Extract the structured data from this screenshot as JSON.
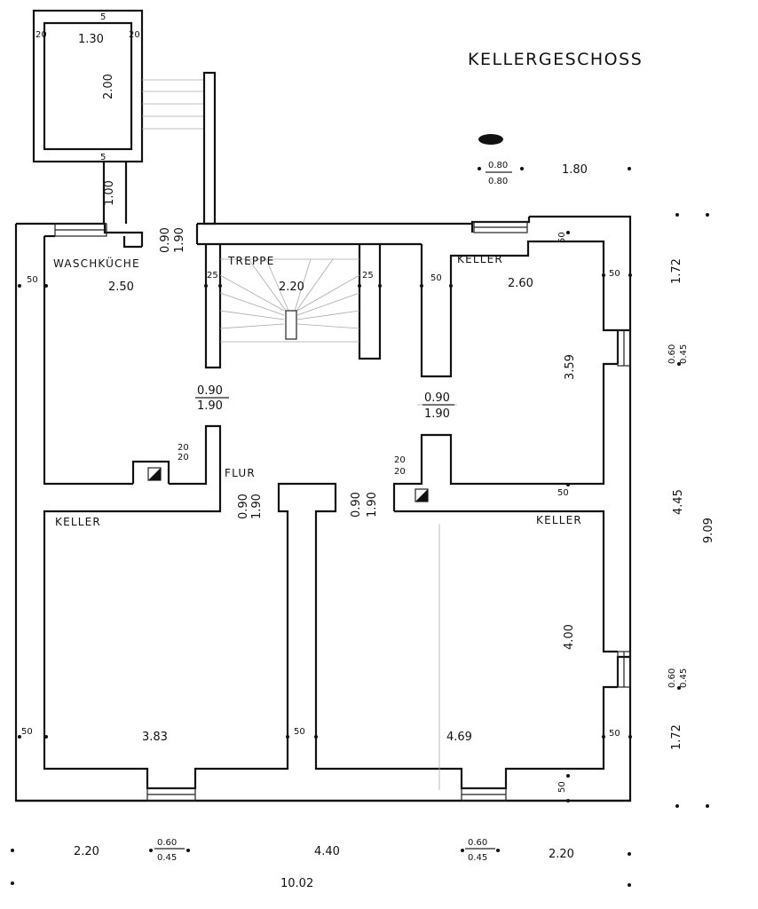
{
  "title": "KELLERGESCHOSS",
  "rooms": {
    "waschkueche": "WASCHKÜCHE",
    "treppe": "TREPPE",
    "keller_ne": "KELLER",
    "flur": "FLUR",
    "keller_sw": "KELLER",
    "keller_se": "KELLER"
  },
  "dims": {
    "lichtschacht_w": "1.30",
    "lichtschacht_h": "2.00",
    "lichtschacht_l": "20",
    "lichtschacht_r": "20",
    "lichtschacht_top": "5",
    "lichtschacht_gap": "5",
    "lichtschacht_lower": "1.00",
    "top_window_a": "0.80",
    "top_window_b": "0.80",
    "top_right": "1.80",
    "wk_door_a": "0.90",
    "wk_door_b": "1.90",
    "wk_width": "2.50",
    "wk_wall": "50",
    "treppe_width": "2.20",
    "treppe_l": "25",
    "treppe_r": "25",
    "ne_wall_top": "50",
    "ne_wall_left": "50",
    "ne_wall_right": "50",
    "ne_width": "2.60",
    "ne_depth": "3.59",
    "right_172_top": "1.72",
    "right_win1_a": "0.60",
    "right_win1_b": "0.45",
    "door1_a": "0.90",
    "door1_b": "1.90",
    "door2_a": "0.90",
    "door2_b": "1.90",
    "flur_door_a": "0.90",
    "flur_door_b": "1.90",
    "center_door_a": "0.90",
    "center_door_b": "1.90",
    "chim1_a": "20",
    "chim1_b": "20",
    "chim2_a": "20",
    "chim2_b": "20",
    "se_wall_top": "50",
    "right_445": "4.45",
    "right_909": "9.09",
    "se_depth": "4.00",
    "right_win2_a": "0.60",
    "right_win2_b": "0.45",
    "sw_wall_left": "50",
    "sw_wall_mid": "50",
    "sw_width": "3.83",
    "se_width": "4.69",
    "se_wall_right": "50",
    "se_wall_bottom": "50",
    "right_172_bottom": "1.72",
    "bottom_220_left": "2.20",
    "bottom_win1_a": "0.60",
    "bottom_win1_b": "0.45",
    "bottom_440": "4.40",
    "bottom_win2_a": "0.60",
    "bottom_win2_b": "0.45",
    "bottom_220_right": "2.20",
    "total_width": "10.02"
  }
}
